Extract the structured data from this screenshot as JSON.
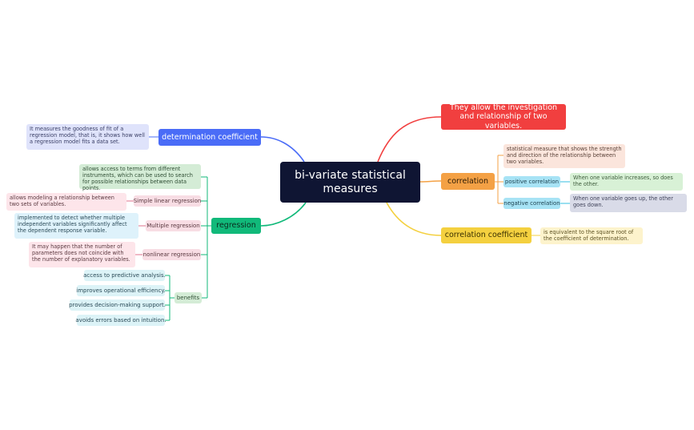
{
  "central": "bi-variate statistical measures",
  "right": {
    "investigation": "They allow the investigation and relationship of two variables.",
    "correlation": {
      "label": "correlation",
      "definition": "statistical measure that shows the strength and direction of the relationship between two variables.",
      "positive": {
        "label": "positive correlation",
        "text": "When one variable increases, so does the other."
      },
      "negative": {
        "label": "negative correlation",
        "text": "When one variable goes up, the other goes down."
      }
    },
    "coefficient": {
      "label": "correlation coefficient",
      "text": "is equivalent to the square root of the coefficient of determination."
    }
  },
  "left": {
    "determination": {
      "label": "determination coefficient",
      "text": "It measures the goodness of fit of a regression model, that is, it shows how well a regression model fits a data set."
    },
    "regression": {
      "label": "regression",
      "access_terms": "allows access to terms from different instruments, which can be used to search for possible relationships between data points.",
      "simple": {
        "label": "Simple linear regression",
        "text": "allows modeling a relationship between two sets of variables."
      },
      "multiple": {
        "label": "Multiple regression",
        "text": "implemented to detect whether multiple independent variables significantly affect the dependent response variable."
      },
      "nonlinear": {
        "label": "nonlinear regression",
        "text": "It may happen that the number of parameters does not coincide with the number of explanatory variables."
      },
      "benefits": {
        "label": "benefits",
        "items": [
          "access to predictive analysis.",
          "improves operational efficiency.",
          "provides decision-making support.",
          "avoids errors based on intuition."
        ]
      }
    }
  },
  "colors": {
    "root": "#0f1533",
    "investigation": "#f13f3f",
    "correlation": "#f4a145",
    "coefficient": "#f4d03f",
    "determination": "#4a6cf7",
    "regression": "#11b97a"
  }
}
